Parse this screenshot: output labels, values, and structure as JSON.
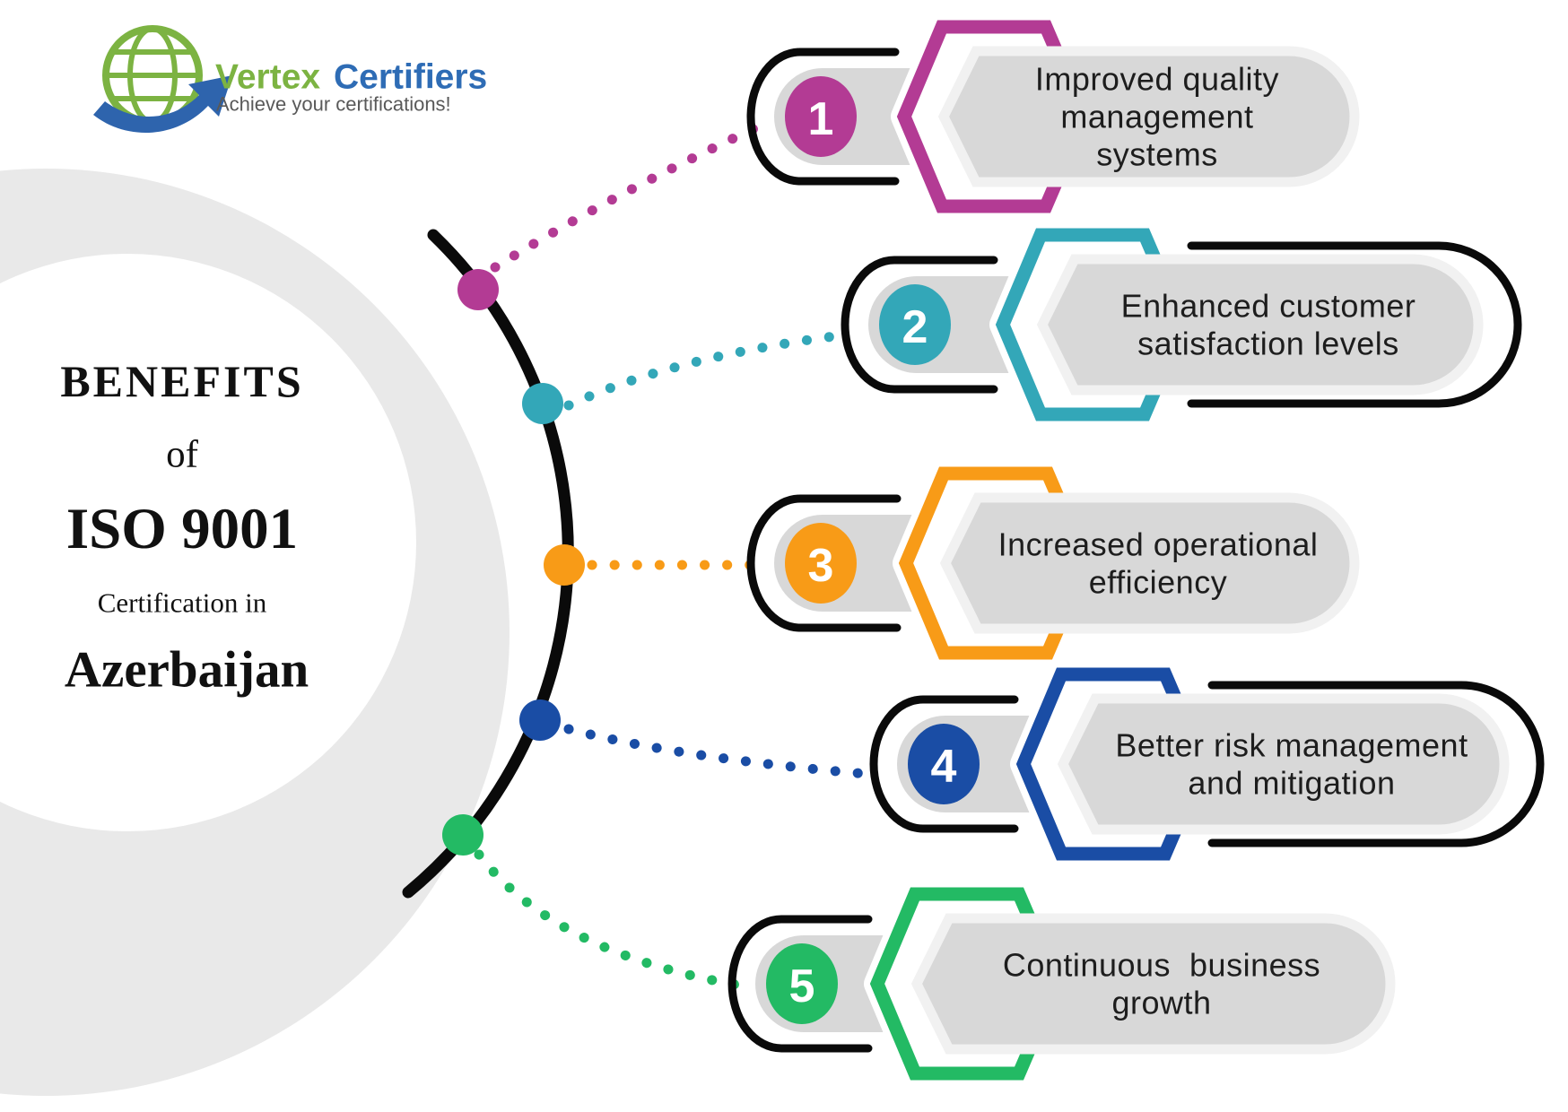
{
  "logo": {
    "brand_primary": "Vertex",
    "brand_secondary": "Certifiers",
    "tagline": "Achieve your certifications!",
    "globe_color": "#7cb342",
    "arrow_color": "#2e64ad",
    "primary_color": "#7cb342",
    "secondary_color": "#2e6cb5",
    "tagline_color": "#595959"
  },
  "title": {
    "line1": "BENEFITS",
    "line2": "of",
    "line3": "ISO 9001",
    "line4": "Certification in",
    "line5": "Azerbaijan",
    "color": "#111111"
  },
  "items": [
    {
      "number": "1",
      "color": "#b33b94",
      "lines": [
        "Improved quality",
        "management",
        "systems"
      ]
    },
    {
      "number": "2",
      "color": "#33a7b8",
      "lines": [
        "Enhanced customer",
        "satisfaction levels"
      ]
    },
    {
      "number": "3",
      "color": "#f89b17",
      "lines": [
        "Increased operational",
        "efficiency"
      ]
    },
    {
      "number": "4",
      "color": "#1a4da5",
      "lines": [
        "Better risk management",
        "and mitigation"
      ]
    },
    {
      "number": "5",
      "color": "#23ba64",
      "lines": [
        "Continuous  business",
        "growth"
      ]
    }
  ],
  "styles": {
    "ring_color": "#e9e9e9",
    "arc_color": "#0a0a0a",
    "outline_color": "#0a0a0a",
    "capsule_fill": "#d8d8d8",
    "capsule_rim": "#f1f1f1",
    "item_text_color": "#1d1d1d",
    "number_text_color": "#ffffff",
    "background": "#ffffff"
  }
}
